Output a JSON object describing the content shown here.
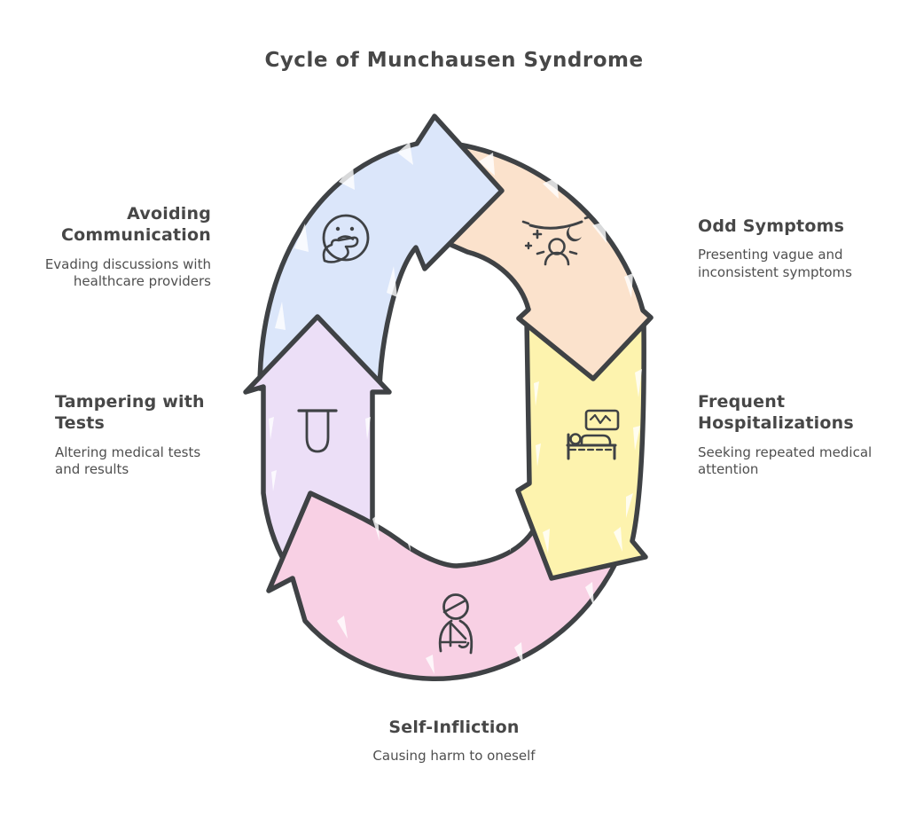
{
  "title": "Cycle of Munchausen Syndrome",
  "stages": [
    {
      "id": "odd-symptoms",
      "label": "Odd Symptoms",
      "description": "Presenting vague and inconsistent symptoms",
      "color": "#fbe2cc",
      "icon": "night-symptoms-icon"
    },
    {
      "id": "frequent-hospitalizations",
      "label": "Frequent Hospitalizations",
      "description": "Seeking repeated medical attention",
      "color": "#fdf3ae",
      "icon": "hospital-bed-icon"
    },
    {
      "id": "self-infliction",
      "label": "Self-Infliction",
      "description": "Causing harm to oneself",
      "color": "#f8d0e4",
      "icon": "injured-person-icon"
    },
    {
      "id": "tampering-with-tests",
      "label": "Tampering with Tests",
      "description": "Altering medical tests and results",
      "color": "#ecdff7",
      "icon": "test-tube-icon"
    },
    {
      "id": "avoiding-communication",
      "label": "Avoiding Communication",
      "description": "Evading discussions with healthcare providers",
      "color": "#dbe6fa",
      "icon": "thinking-face-icon"
    }
  ],
  "colors": {
    "outline": "#3f4245",
    "heading_text": "#474747",
    "body_text": "#4f4f4f",
    "background": "#ffffff"
  }
}
